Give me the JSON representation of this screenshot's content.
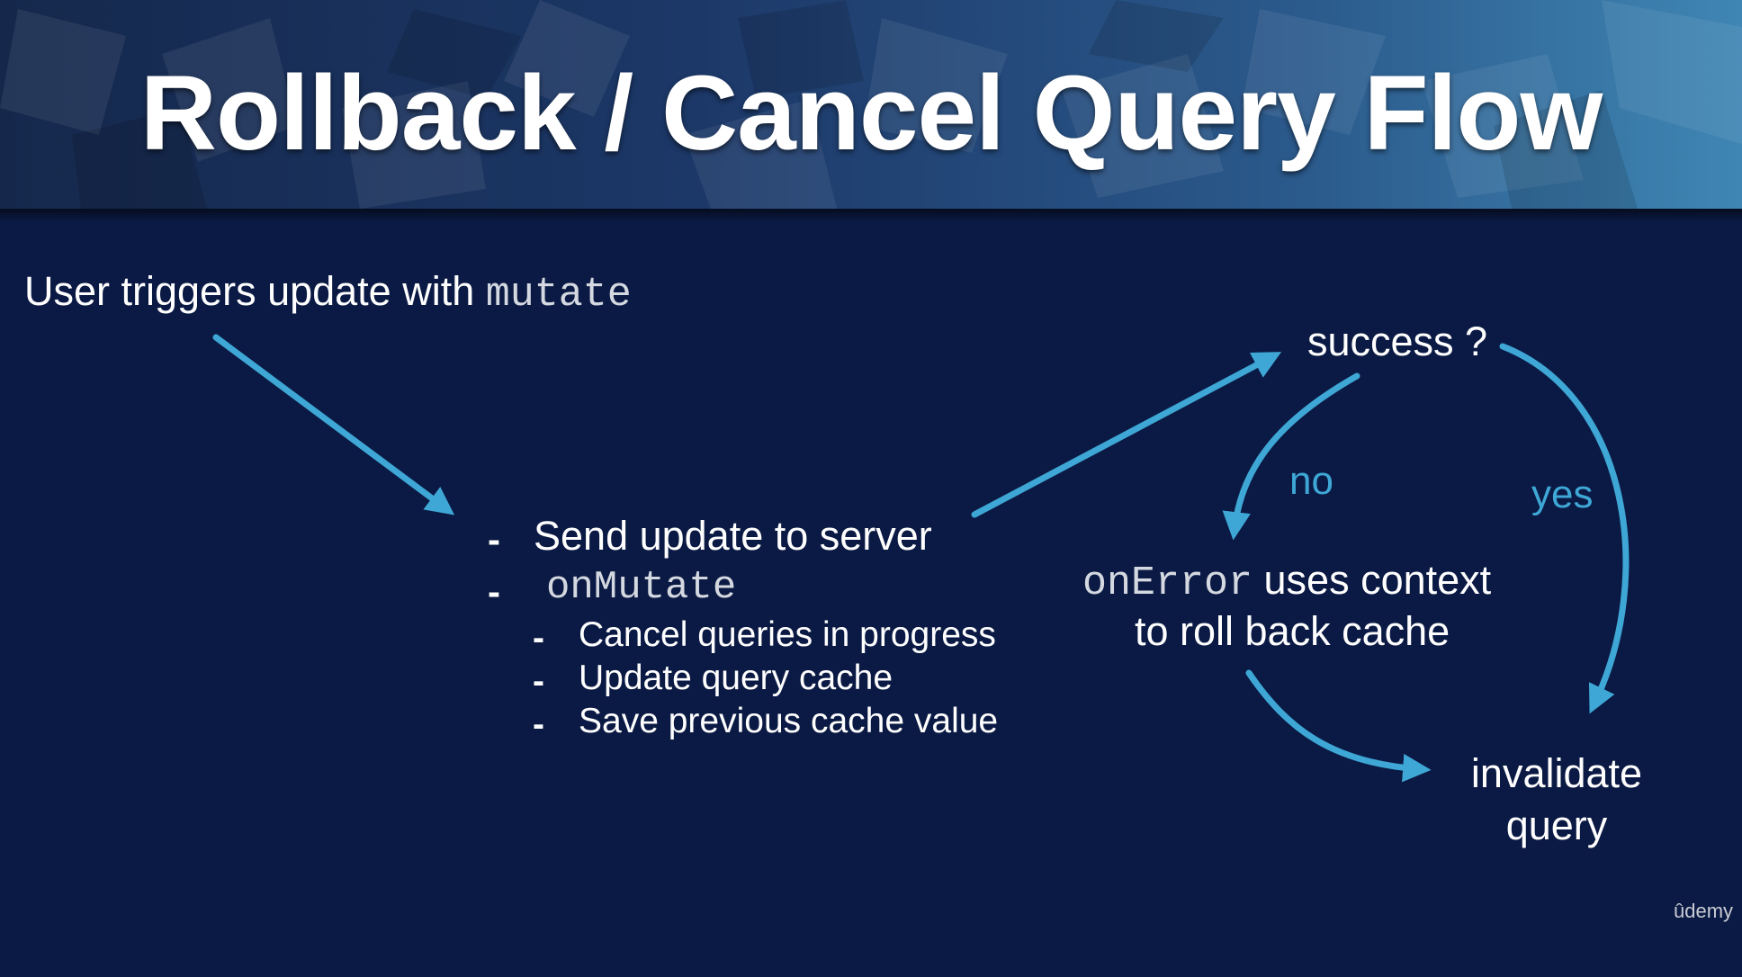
{
  "slide": {
    "title": "Rollback / Cancel Query Flow",
    "trigger": {
      "text": "User triggers update with ",
      "code": "mutate"
    },
    "steps": [
      {
        "bullet": "-",
        "text": "Send update to server"
      },
      {
        "bullet": "-",
        "code": "onMutate"
      }
    ],
    "substeps": [
      {
        "bullet": "-",
        "text": "Cancel queries in progress"
      },
      {
        "bullet": "-",
        "text": "Update query cache"
      },
      {
        "bullet": "-",
        "text": "Save previous cache value"
      }
    ],
    "decision": "success ?",
    "no_label": "no",
    "yes_label": "yes",
    "error_box": {
      "code": "onError",
      "text": " uses context",
      "line2": "to roll back cache"
    },
    "invalidate": {
      "line1": "invalidate",
      "line2": "query"
    },
    "logo": "ûdemy"
  },
  "colors": {
    "background": "#0b1a44",
    "arrow": "#3ea7d6",
    "text": "#ffffff"
  }
}
